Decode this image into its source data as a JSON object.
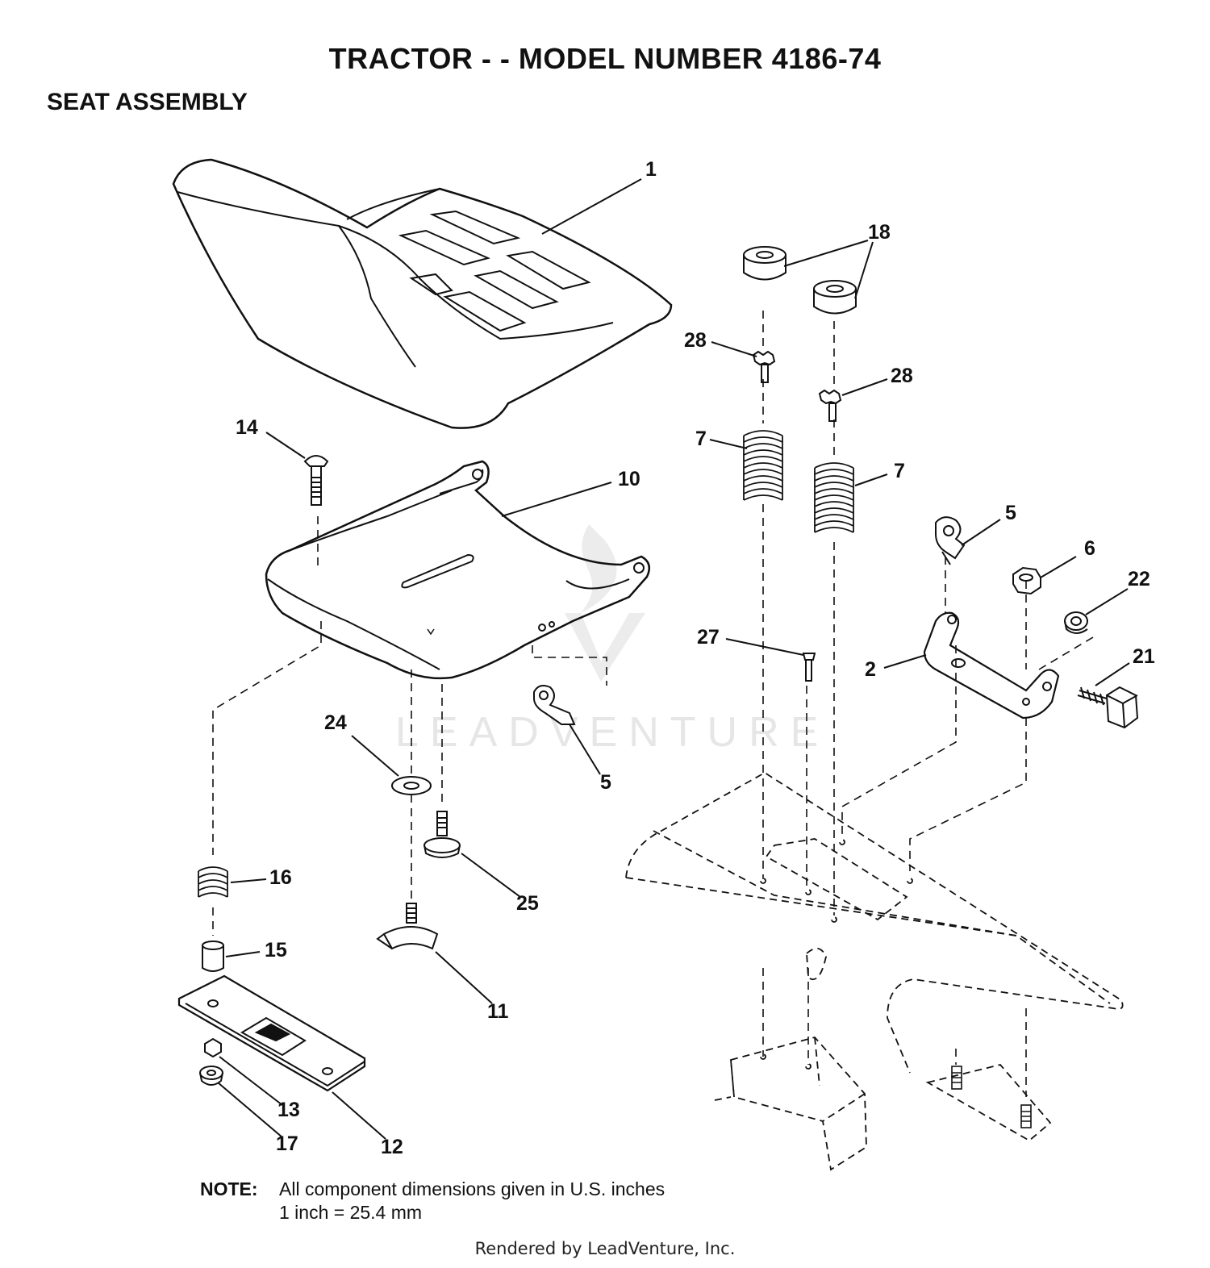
{
  "title": "TRACTOR - - MODEL NUMBER 4186-74",
  "section": "SEAT ASSEMBLY",
  "watermark": "LEADVENTURE",
  "callouts": [
    "1",
    "18",
    "28",
    "28",
    "7",
    "7",
    "14",
    "10",
    "5",
    "6",
    "22",
    "21",
    "2",
    "27",
    "24",
    "5",
    "16",
    "25",
    "15",
    "11",
    "13",
    "17",
    "12"
  ],
  "note": {
    "label": "NOTE:",
    "line1": "All component dimensions given in U.S. inches",
    "line2": "1 inch = 25.4 mm"
  },
  "footer": "Rendered by LeadVenture, Inc.",
  "colors": {
    "ink": "#111111",
    "watermark": "#e6e6e6"
  }
}
